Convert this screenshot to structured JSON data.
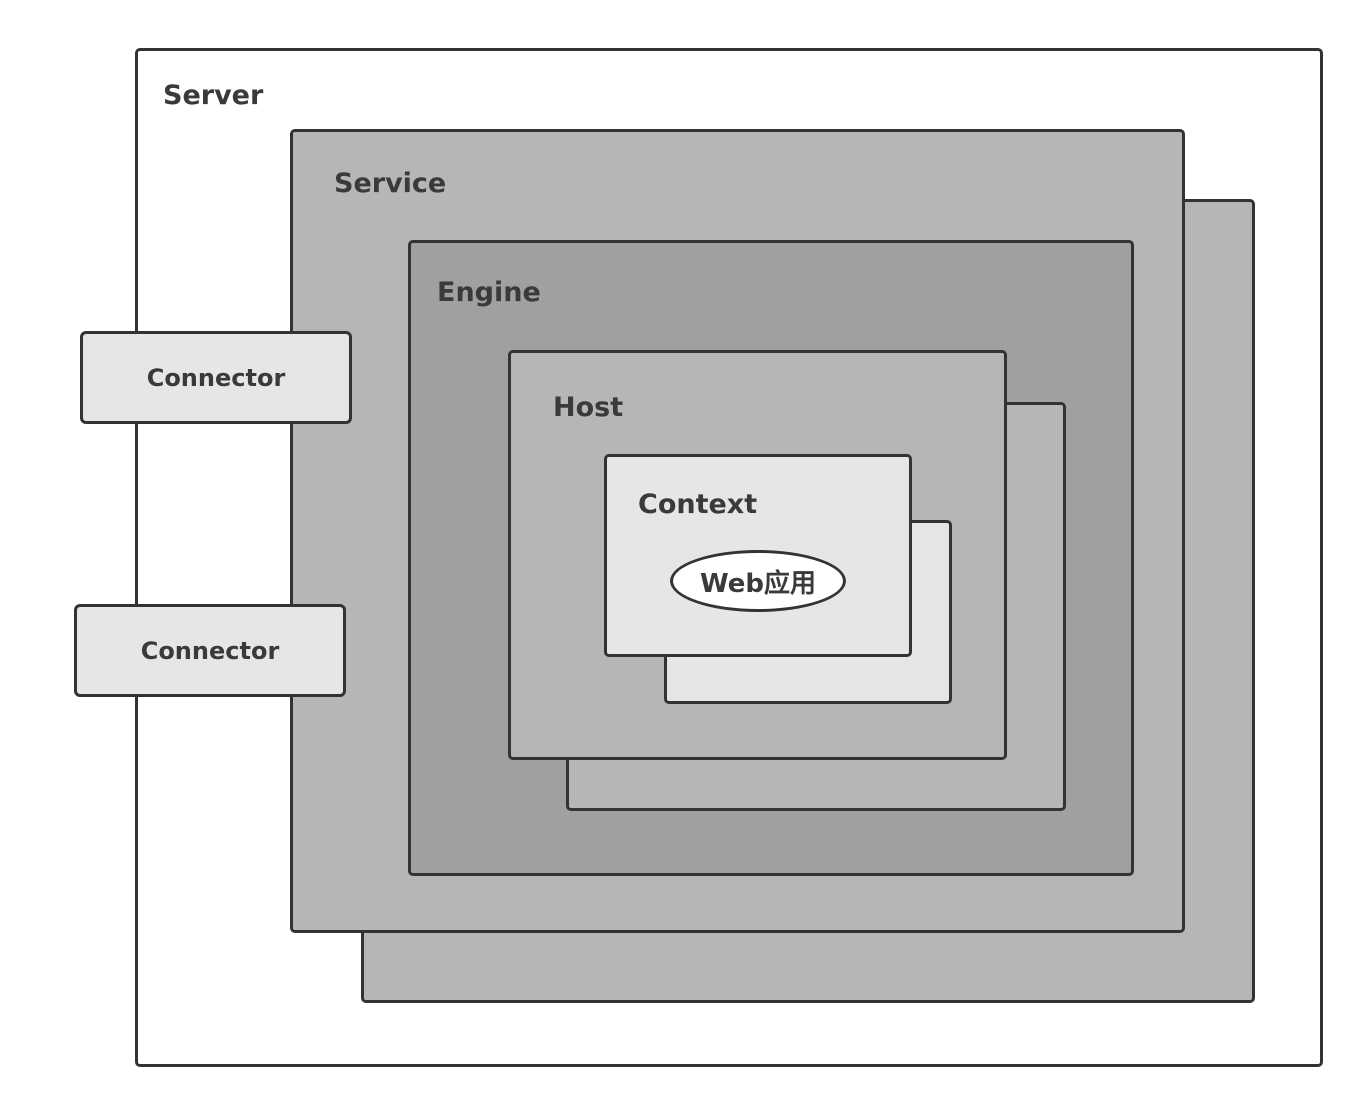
{
  "server": {
    "label": "Server"
  },
  "service": {
    "label": "Service"
  },
  "engine": {
    "label": "Engine"
  },
  "host": {
    "label": "Host"
  },
  "context": {
    "label": "Context"
  },
  "webapp": {
    "label": "Web应用"
  },
  "connectors": [
    {
      "label": "Connector"
    },
    {
      "label": "Connector"
    }
  ],
  "colors": {
    "border": "#333333",
    "text": "#3a3a3a",
    "server_fill": "#ffffff",
    "service_fill": "#b6b6b6",
    "engine_fill": "#a0a0a0",
    "host_fill": "#b6b6b6",
    "context_fill": "#e6e6e6",
    "connector_fill": "#e6e6e6"
  }
}
